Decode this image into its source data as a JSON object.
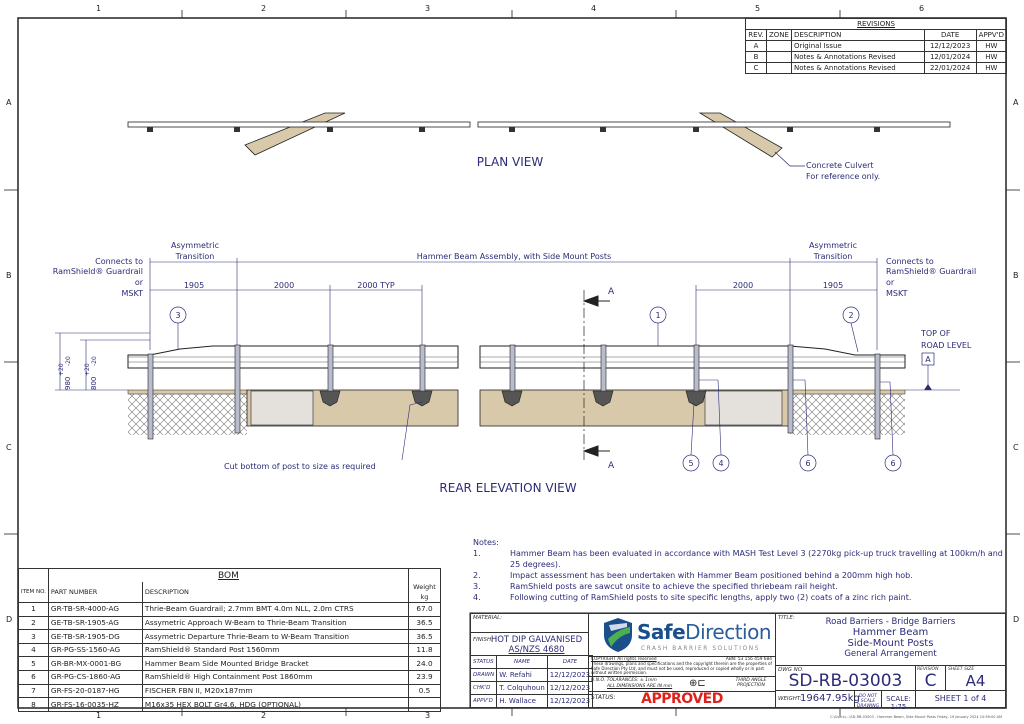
{
  "zones": {
    "cols": [
      "1",
      "2",
      "3",
      "4",
      "5",
      "6"
    ],
    "rows": [
      "A",
      "B",
      "C",
      "D"
    ]
  },
  "revisions": {
    "title": "REVISIONS",
    "headers": [
      "REV.",
      "ZONE",
      "DESCRIPTION",
      "DATE",
      "APPV'D"
    ],
    "rows": [
      {
        "rev": "A",
        "zone": "",
        "desc": "Original Issue",
        "date": "12/12/2023",
        "by": "HW"
      },
      {
        "rev": "B",
        "zone": "",
        "desc": "Notes & Annotations Revised",
        "date": "12/01/2024",
        "by": "HW"
      },
      {
        "rev": "C",
        "zone": "",
        "desc": "Notes & Annotations Revised",
        "date": "22/01/2024",
        "by": "HW"
      }
    ]
  },
  "plan": {
    "title": "PLAN VIEW",
    "culvert_1": "Concrete Culvert",
    "culvert_2": "For reference only."
  },
  "elevation": {
    "title": "REAR ELEVATION VIEW",
    "assembly": "Hammer Beam Assembly, with Side Mount Posts",
    "asym_1": "Asymmetric",
    "asym_2": "Transition",
    "connects": [
      "Connects to",
      "RamShield® Guardrail",
      "or",
      "MSKT"
    ],
    "dims": {
      "d1905": "1905",
      "d2000": "2000",
      "d2000typ": "2000 TYP",
      "h980": "980",
      "h800": "800",
      "tol_plus": "+20",
      "tol_minus": "-20"
    },
    "cut_note": "Cut bottom of post to size as required",
    "road_1": "TOP OF",
    "road_2": "ROAD LEVEL",
    "datum": "A",
    "section": "A",
    "callouts": [
      "3",
      "1",
      "2",
      "5",
      "4",
      "6",
      "6"
    ]
  },
  "bom": {
    "title": "BOM",
    "headers": {
      "item": "ITEM NO.",
      "part": "PART NUMBER",
      "desc": "DESCRIPTION",
      "weight": "Weight kg"
    },
    "rows": [
      {
        "item": "1",
        "part": "GR-TB-SR-4000-AG",
        "desc": "Thrie-Beam Guardrail; 2.7mm BMT 4.0m NLL, 2.0m CTRS",
        "weight": "67.0"
      },
      {
        "item": "2",
        "part": "GE-TB-SR-1905-AG",
        "desc": "Assymetric Approach W-Beam to Thrie-Beam Transition",
        "weight": "36.5"
      },
      {
        "item": "3",
        "part": "GE-TB-SR-1905-DG",
        "desc": "Assymetric Departure Thrie-Beam to W-Beam Transition",
        "weight": "36.5"
      },
      {
        "item": "4",
        "part": "GR-PG-SS-1560-AG",
        "desc": "RamShield® Standard Post 1560mm",
        "weight": "11.8"
      },
      {
        "item": "5",
        "part": "GR-BR-MX-0001-BG",
        "desc": "Hammer Beam Side Mounted Bridge Bracket",
        "weight": "24.0"
      },
      {
        "item": "6",
        "part": "GR-PG-CS-1860-AG",
        "desc": "RamShield® High Containment Post 1860mm",
        "weight": "23.9"
      },
      {
        "item": "7",
        "part": "GR-FS-20-0187-HG",
        "desc": "FISCHER FBN II, M20x187mm",
        "weight": "0.5"
      },
      {
        "item": "8",
        "part": "GR-FS-16-0035-HZ",
        "desc": "M16x35 HEX BOLT Gr4.6, HDG (OPTIONAL)",
        "weight": ""
      }
    ]
  },
  "notes": {
    "title": "Notes:",
    "items": [
      {
        "n": "1.",
        "text": "Hammer Beam has been evaluated in accordance with MASH Test Level 3 (2270kg pick-up truck travelling at 100km/h and 25 degrees)."
      },
      {
        "n": "2.",
        "text": "Impact assessment has been undertaken with Hammer Beam positioned behind a 200mm high hob."
      },
      {
        "n": "3.",
        "text": "RamShield posts are sawcut onsite to achieve the specified thriebeam rail height."
      },
      {
        "n": "4.",
        "text": "Following cutting of RamShield posts to site specific lengths, apply two (2) coats of a zinc rich paint."
      }
    ]
  },
  "titleblock": {
    "material_label": "MATERIAL:",
    "finish_label": "FINISH:",
    "finish_1": "HOT DIP GALVANISED",
    "finish_2": "AS/NZS 4680",
    "status_h": "STATUS",
    "name_h": "NAME",
    "date_h": "DATE",
    "people": [
      {
        "role": "DRAWN",
        "name": "W. Refahi",
        "date": "12/12/2023"
      },
      {
        "role": "CHK'D",
        "name": "T. Colquhoun",
        "date": "12/12/2023"
      },
      {
        "role": "APPV'D",
        "name": "H. Wallace",
        "date": "12/12/2023"
      }
    ],
    "logo_1": "Safe",
    "logo_2": "Direction",
    "logo_sub": "CRASH BARRIER SOLUTIONS",
    "copyright": "COPYRIGHT  All rights reserved",
    "abn": "ABN: 53 156 459 684",
    "copyright_text": "These drawings, plans and specifications and the copyright therein are the properties of Safe Direction Pty Ltd, and must not be used, reproduced or copied wholly or in part without written permission.",
    "tol_1": "U.N.O.  TOLARANCES: ± 1mm",
    "tol_2": "ALL DIMENSIONS ARE IN mm",
    "projection": "THIRD ANGLE PROJECTION",
    "status_label": "STATUS:",
    "status": "APPROVED",
    "title_label": "TITLE:",
    "title_1": "Road Barriers - Bridge Barriers",
    "title_2": "Hammer Beam",
    "title_3": "Side-Mount Posts",
    "title_4": "General Arrangement",
    "dwg_label": "DWG NO.",
    "dwg_no": "SD-RB-03003",
    "rev_label": "REVISION",
    "rev": "C",
    "size_label": "SHEET SIZE",
    "size": "A4",
    "weight_label": "WEIGHT:",
    "weight": "19647.95kg",
    "noscale": "DO NOT SCALE DRAWING",
    "scale": "SCALE: 1:75",
    "sheet": "SHEET  1  of  4"
  },
  "footer_path": "C:\\Users\\...\\SD-RB-03003 - Hammer Beam, Side Mount Posts  Friday, 19 January 2024 10:56:00 AM",
  "colors": {
    "ink": "#2b2b78",
    "concrete": "#d9c9ab",
    "approved": "#e0201b",
    "logo_blue": "#1a4f8c",
    "logo_green": "#4caf50"
  }
}
